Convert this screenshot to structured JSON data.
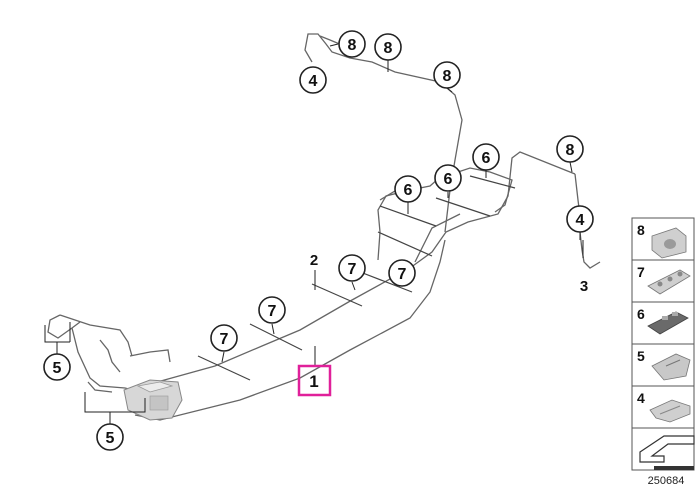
{
  "callouts": {
    "c8_top_a": "8",
    "c8_top_b": "8",
    "c8_mid": "8",
    "c8_right": "8",
    "c4_top": "4",
    "c4_right": "4",
    "c6_a": "6",
    "c6_b": "6",
    "c6_c": "6",
    "c7_a": "7",
    "c7_b": "7",
    "c7_c": "7",
    "c7_d": "7",
    "c5_a": "5",
    "c5_b": "5"
  },
  "labels": {
    "part_1": "1",
    "part_2": "2",
    "part_3": "3"
  },
  "legend": [
    {
      "number": "8",
      "icon": "clamp-8-icon"
    },
    {
      "number": "7",
      "icon": "clip-7-icon"
    },
    {
      "number": "6",
      "icon": "clip-6-icon"
    },
    {
      "number": "5",
      "icon": "clip-5-icon"
    },
    {
      "number": "4",
      "icon": "bracket-4-icon"
    },
    {
      "number": "",
      "icon": "direction-arrow-icon"
    }
  ],
  "diagram_number": "250684",
  "colors": {
    "highlight": "#e0209a",
    "line": "#444444",
    "part_gray": "#d0d0d0"
  }
}
